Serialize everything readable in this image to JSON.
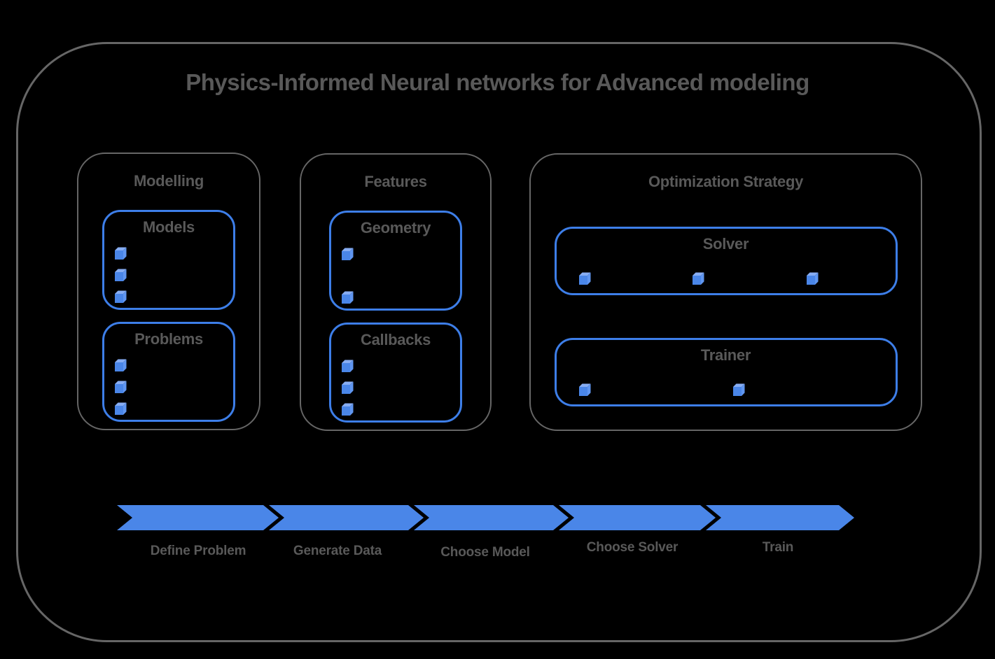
{
  "title": "Physics-Informed Neural networks for Advanced modeling",
  "colors": {
    "accent_blue": "#4a86e8",
    "border_blue": "#3d7ee8",
    "cube_top": "#87adf3",
    "cube_side": "#6096f0",
    "text_gray": "#595959",
    "line_gray": "#666666",
    "background": "#000000"
  },
  "sections": [
    {
      "label": "Modelling",
      "groups": [
        {
          "label": "Models",
          "bullet_count": 3
        },
        {
          "label": "Problems",
          "bullet_count": 3
        }
      ]
    },
    {
      "label": "Features",
      "groups": [
        {
          "label": "Geometry",
          "bullet_count": 2
        },
        {
          "label": "Callbacks",
          "bullet_count": 3
        }
      ]
    },
    {
      "label": "Optimization Strategy",
      "groups": [
        {
          "label": "Solver",
          "bullet_count": 3
        },
        {
          "label": "Trainer",
          "bullet_count": 2
        }
      ]
    }
  ],
  "pipeline": {
    "steps": [
      "Define Problem",
      "Generate Data",
      "Choose Model",
      "Choose Solver",
      "Train"
    ]
  }
}
